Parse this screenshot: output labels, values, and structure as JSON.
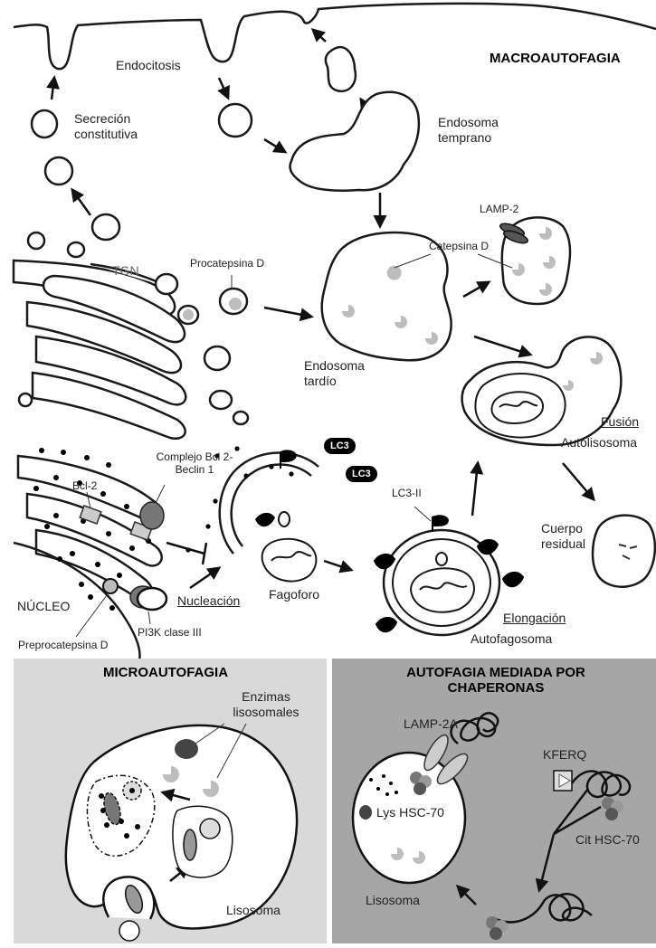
{
  "colors": {
    "membrane": "#1a1a1a",
    "lysosomal_enzyme": "#bdbdbd",
    "micro_panel": "#d9d9d9",
    "cma_panel": "#a6a6a6",
    "lc3_badge": "#000000"
  },
  "macro": {
    "title": "MACROAUTOFAGIA",
    "endocitosis": "Endocitosis",
    "secrecion": "Secreción constitutiva",
    "endosoma_temprano": "Endosoma temprano",
    "lamp2": "LAMP-2",
    "catepsina_d": "Catepsina D",
    "procatepsina_d": "Procatepsina D",
    "tgn": "TGN",
    "endosoma_tardio": "Endosoma tardío",
    "fusion": "Fusión",
    "autolisosoma": "Autolisosoma",
    "lc3_a": "LC3",
    "lc3_b": "LC3",
    "complejo": "Complejo Bcl 2-Beclin 1",
    "bcl2": "Bcl-2",
    "lc3_ii": "LC3-II",
    "cuerpo_residual": "Cuerpo residual",
    "nucleo": "NÚCLEO",
    "nucleacion": "Nucleación",
    "fagoforo": "Fagoforo",
    "elongacion": "Elongación",
    "autofagosoma": "Autofagosoma",
    "pi3k": "PI3K clase III",
    "preprocatepsina": "Preprocatepsina D"
  },
  "micro": {
    "title": "MICROAUTOFAGIA",
    "enzimas": "Enzimas lisosomales",
    "lisosoma": "Lisosoma"
  },
  "cma": {
    "title": "AUTOFAGIA MEDIADA POR CHAPERONAS",
    "lamp2a": "LAMP-2A",
    "kferq": "KFERQ",
    "lys_hsc70": "Lys HSC-70",
    "cit_hsc70": "Cit HSC-70",
    "lisosoma": "Lisosoma"
  }
}
